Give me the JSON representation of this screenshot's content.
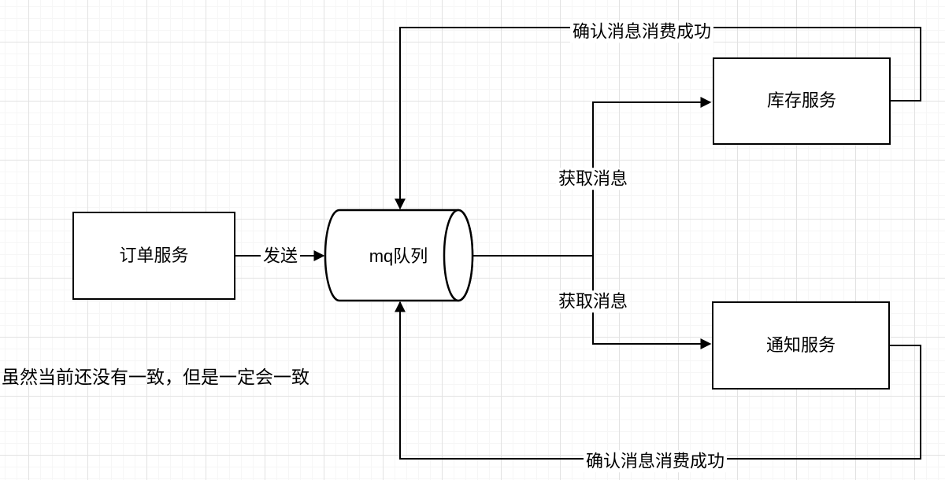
{
  "canvas": {
    "background": "#ffffff",
    "grid_major_color": "#e2e2e2",
    "grid_minor_color": "#f6f6f6",
    "stroke_color": "#000000",
    "shape_fill": "#ffffff"
  },
  "nodes": {
    "order": {
      "label": "订单服务",
      "shape": "rectangle"
    },
    "mq": {
      "label": "mq队列",
      "shape": "horizontal-cylinder"
    },
    "inventory": {
      "label": "库存服务",
      "shape": "rectangle"
    },
    "notify": {
      "label": "通知服务",
      "shape": "rectangle"
    }
  },
  "edges": {
    "send": {
      "label": "发送",
      "from": "order",
      "to": "mq"
    },
    "fetch_inventory": {
      "label": "获取消息",
      "from": "mq",
      "to": "inventory"
    },
    "fetch_notify": {
      "label": "获取消息",
      "from": "mq",
      "to": "notify"
    },
    "ack_inventory": {
      "label": "确认消息消费成功",
      "from": "inventory",
      "to": "mq"
    },
    "ack_notify": {
      "label": "确认消息消费成功",
      "from": "notify",
      "to": "mq"
    }
  },
  "note": {
    "text": "虽然当前还没有一致，但是一定会一致"
  }
}
